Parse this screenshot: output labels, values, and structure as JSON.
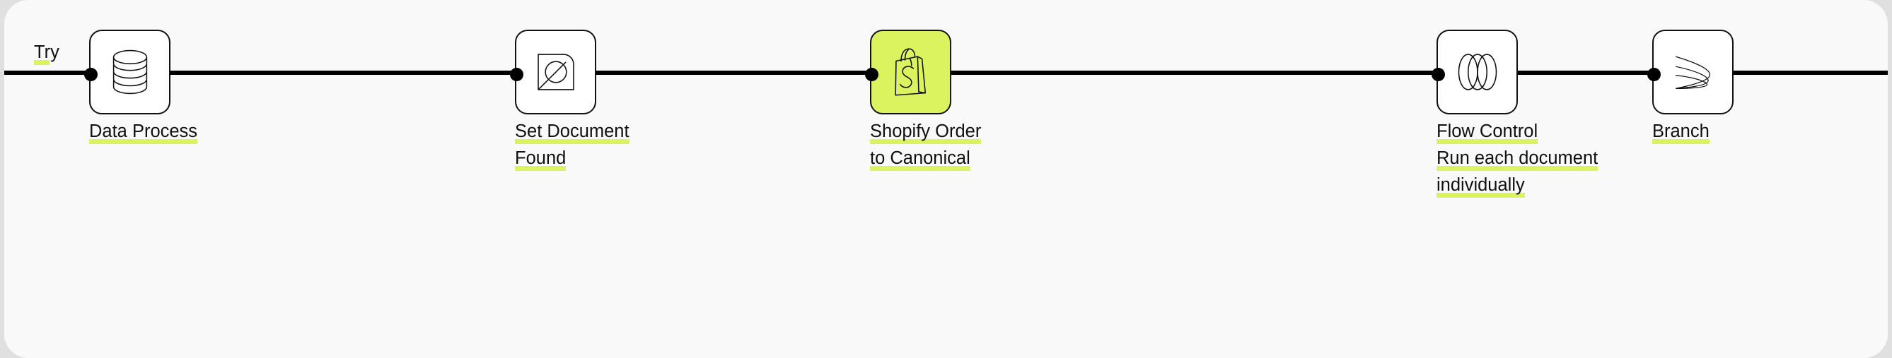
{
  "canvas": {
    "background": "#f9f9f9",
    "outer_background": "#e0e0e0",
    "accent_color": "#dbf35e",
    "line_color": "#000000",
    "text_color": "#101010"
  },
  "rail": {
    "label": "Try"
  },
  "nodes": [
    {
      "id": "data-process",
      "icon": "database-stack-icon",
      "accent": false,
      "lines": [
        "Data Process"
      ]
    },
    {
      "id": "set-document-found",
      "icon": "set-document-icon",
      "accent": false,
      "lines": [
        "Set Document",
        "Found"
      ]
    },
    {
      "id": "shopify-order-to-canonical",
      "icon": "shopify-bag-icon",
      "accent": true,
      "lines": [
        "Shopify Order",
        "to Canonical"
      ]
    },
    {
      "id": "flow-control",
      "icon": "overlapping-ellipses-icon",
      "accent": false,
      "lines": [
        "Flow Control",
        "Run each document",
        "individually"
      ]
    },
    {
      "id": "branch",
      "icon": "branch-curves-icon",
      "accent": false,
      "lines": [
        "Branch"
      ]
    }
  ]
}
